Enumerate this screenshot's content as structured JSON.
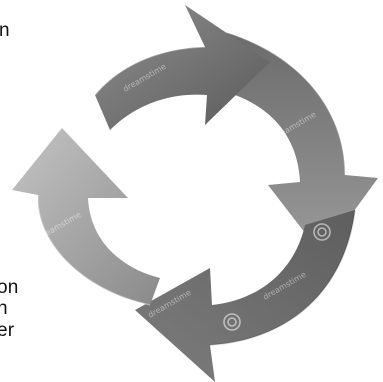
{
  "texts": {
    "top_left": "n",
    "line_1": "on",
    "line_2": "n",
    "line_3": "er"
  },
  "watermark": "dreamstime",
  "colors": {
    "background": "#ffffff",
    "arrow_dark": "#4a4a4a",
    "arrow_mid": "#7a7a7a",
    "arrow_light": "#b3b3b3"
  },
  "icon": "circular-arrows-cycle"
}
